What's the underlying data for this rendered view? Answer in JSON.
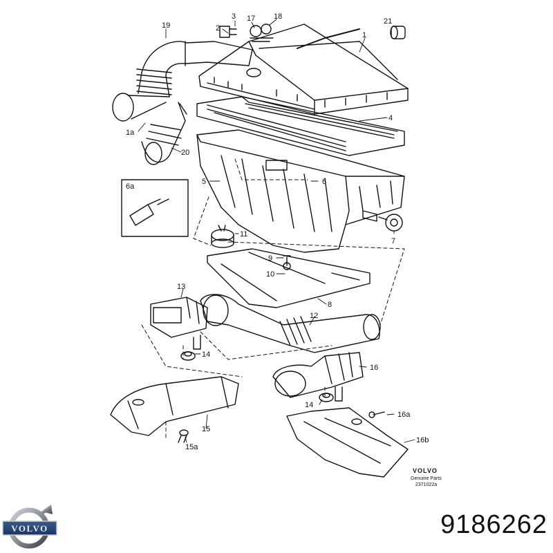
{
  "diagram": {
    "labels": [
      {
        "id": "19",
        "text": "19"
      },
      {
        "id": "3",
        "text": "3"
      },
      {
        "id": "2",
        "text": "2"
      },
      {
        "id": "17",
        "text": "17"
      },
      {
        "id": "18",
        "text": "18"
      },
      {
        "id": "21",
        "text": "21"
      },
      {
        "id": "1",
        "text": "1"
      },
      {
        "id": "1a",
        "text": "1a"
      },
      {
        "id": "20",
        "text": "20"
      },
      {
        "id": "4",
        "text": "4"
      },
      {
        "id": "5",
        "text": "5"
      },
      {
        "id": "6a",
        "text": "6a"
      },
      {
        "id": "6",
        "text": "6"
      },
      {
        "id": "11",
        "text": "11"
      },
      {
        "id": "7",
        "text": "7"
      },
      {
        "id": "9",
        "text": "9"
      },
      {
        "id": "10",
        "text": "10"
      },
      {
        "id": "8",
        "text": "8"
      },
      {
        "id": "13",
        "text": "13"
      },
      {
        "id": "12",
        "text": "12"
      },
      {
        "id": "14a",
        "text": "14"
      },
      {
        "id": "16",
        "text": "16"
      },
      {
        "id": "14b",
        "text": "14"
      },
      {
        "id": "15",
        "text": "15"
      },
      {
        "id": "15a",
        "text": "15a"
      },
      {
        "id": "16a",
        "text": "16a"
      },
      {
        "id": "16b",
        "text": "16b"
      }
    ],
    "stamp": {
      "brand": "VOLVO",
      "line1": "Genuine Parts",
      "line2": "2371022a"
    }
  },
  "footer": {
    "logo_text": "VOLVO",
    "part_number": "9186262"
  }
}
